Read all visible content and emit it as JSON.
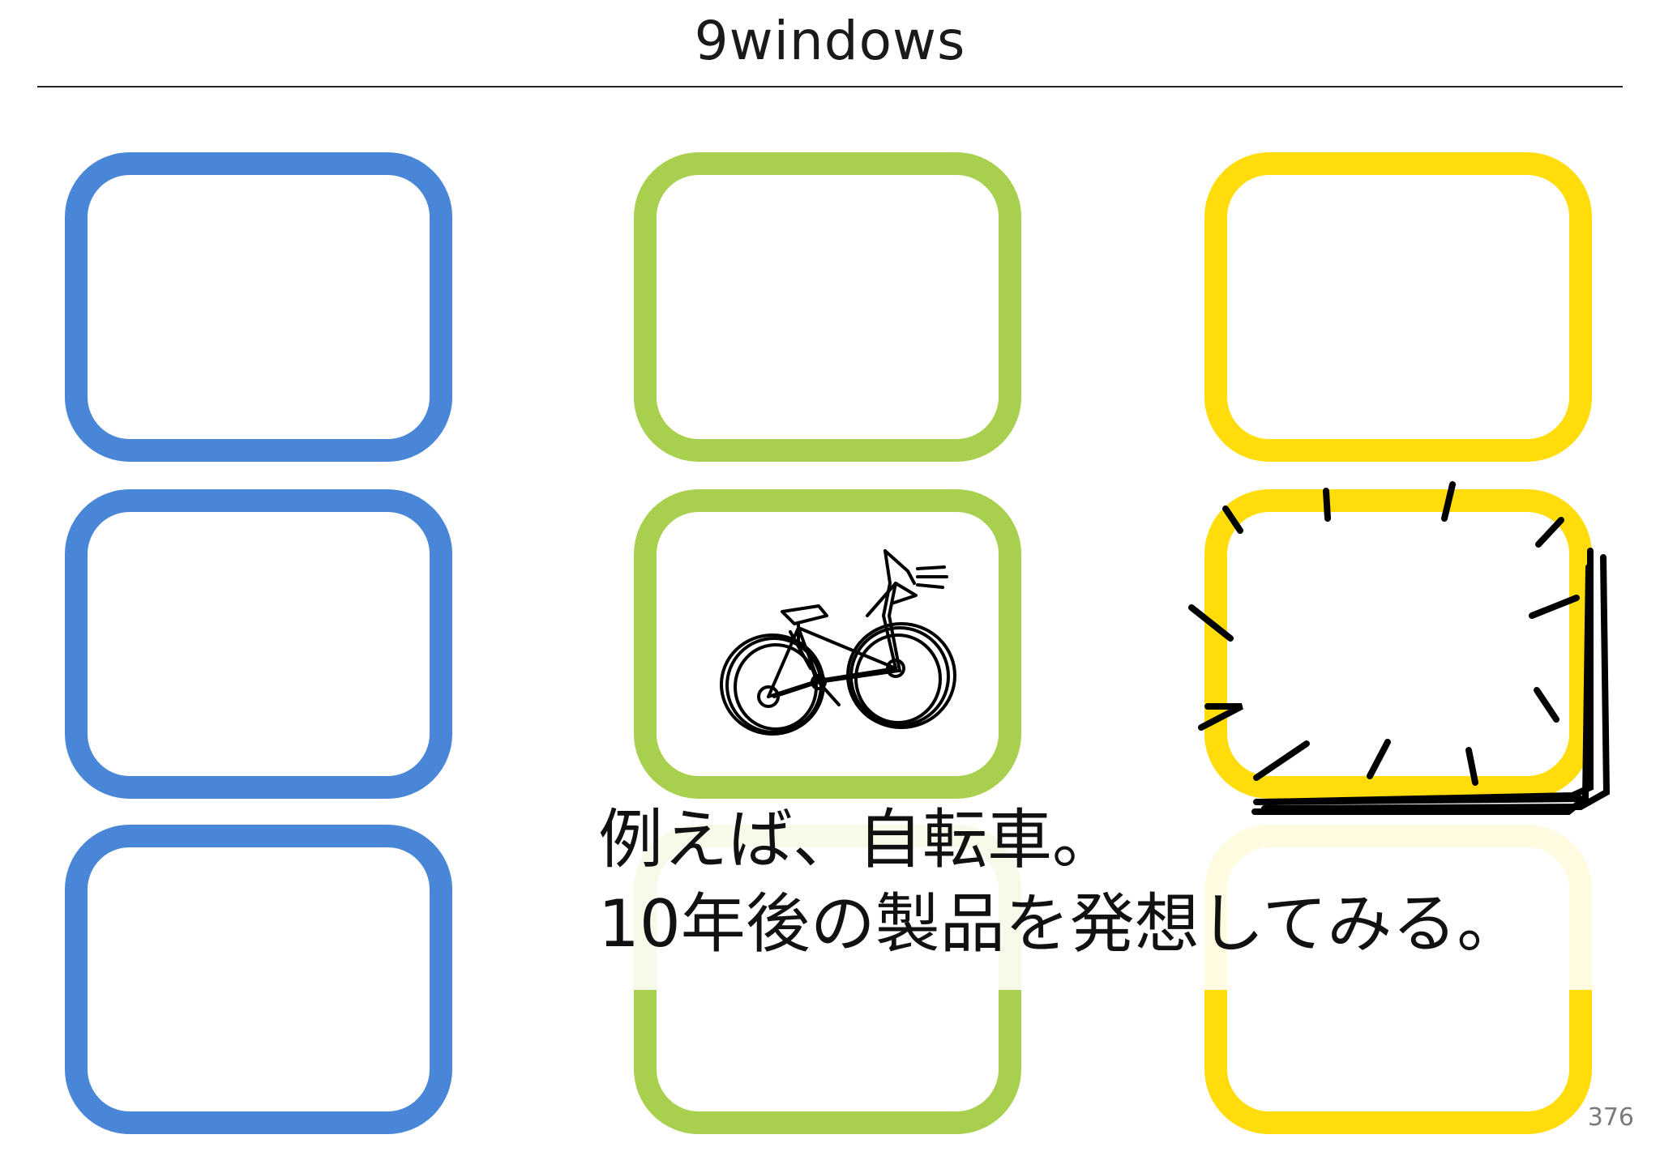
{
  "slide": {
    "title": "9windows",
    "page_number": "376"
  },
  "caption": {
    "line1": "例えば、自転車。",
    "line2": "10年後の製品を発想してみる。"
  },
  "grid": {
    "columns": [
      {
        "color": "#4a86d8",
        "color_name": "blue"
      },
      {
        "color": "#a8d04e",
        "color_name": "green"
      },
      {
        "color": "#ffdc0a",
        "color_name": "yellow"
      }
    ],
    "drawings": [
      {
        "cell": "row-2 col-2",
        "icon": "bicycle-sketch-icon"
      },
      {
        "cell": "row-2 col-3",
        "icon": "emphasis-marks-icon"
      }
    ]
  }
}
